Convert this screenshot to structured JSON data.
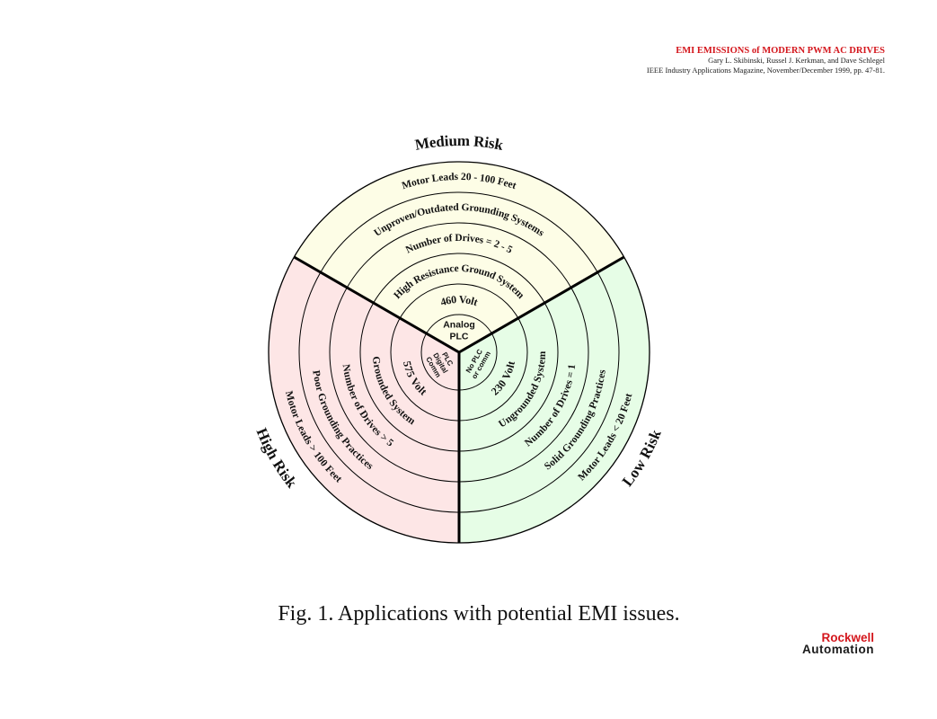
{
  "header": {
    "title": "EMI EMISSIONS of MODERN PWM AC DRIVES",
    "authors": "Gary L. Skibinski, Russel J. Kerkman, and Dave Schlegel",
    "citation": "IEEE Industry Applications Magazine, November/December 1999, pp. 47-81."
  },
  "colors": {
    "medium": "#fdfde6",
    "high": "#fde6e6",
    "low": "#e6fde6",
    "header_red": "#d4161c",
    "line": "#000000"
  },
  "diagram": {
    "sectors": [
      {
        "id": "medium",
        "label": "Medium Risk",
        "rings": [
          "Motor Leads 20 - 100 Feet",
          "Unproven/Outdated Grounding Systems",
          "Number of Drives  = 2 - 5",
          "High Resistance Ground System",
          "460 Volt"
        ],
        "center": [
          "Analog",
          "PLC"
        ]
      },
      {
        "id": "high",
        "label": "High Risk",
        "rings": [
          "Motor Leads > 100 Feet",
          "Poor Grounding Practices",
          "Number of Drives > 5",
          "Grounded System",
          "575 Volt"
        ],
        "center": [
          "PLC",
          "Digital",
          "Comm"
        ]
      },
      {
        "id": "low",
        "label": "Low Risk",
        "rings": [
          "Motor Leads < 20 Feet",
          "Solid Grounding Practices",
          "Number of Drives = 1",
          "Ungrounded System",
          "230 Volt"
        ],
        "center": [
          "No PLC",
          "or comm"
        ]
      }
    ]
  },
  "caption": "Fig. 1.  Applications with potential EMI issues.",
  "logo": {
    "line1": "Rockwell",
    "line2": "Automation"
  }
}
